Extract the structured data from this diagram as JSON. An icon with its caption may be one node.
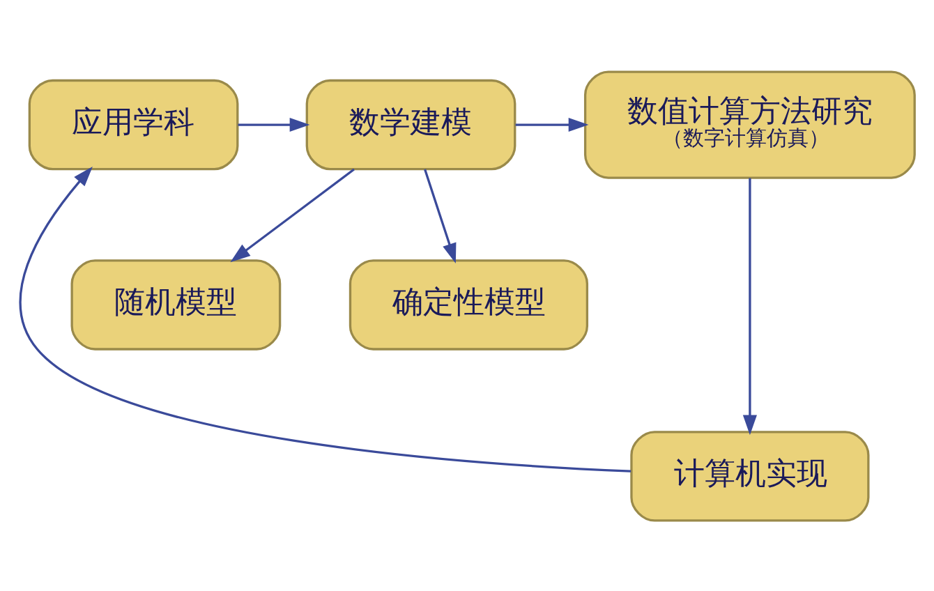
{
  "diagram": {
    "nodes": [
      {
        "text": [
          "应用学科"
        ]
      },
      {
        "text": [
          "数学建模"
        ]
      },
      {
        "text": [
          "数值计算方法研究",
          "（数字计算仿真）"
        ]
      },
      {
        "text": [
          "确定性模型"
        ]
      },
      {
        "text": [
          "随机模型"
        ]
      },
      {
        "text": [
          "计算机实现"
        ]
      }
    ],
    "edges": [
      {
        "from": 0,
        "to": 1,
        "arrow": "to"
      },
      {
        "from": 1,
        "to": 2,
        "arrow": "to"
      },
      {
        "from": 1,
        "to": 3,
        "arrow": "to"
      },
      {
        "from": 1,
        "to": 4,
        "arrow": "to"
      },
      {
        "from": 2,
        "to": 5,
        "arrow": "to"
      },
      {
        "from": 5,
        "to": 0,
        "arrow": "to"
      }
    ]
  }
}
